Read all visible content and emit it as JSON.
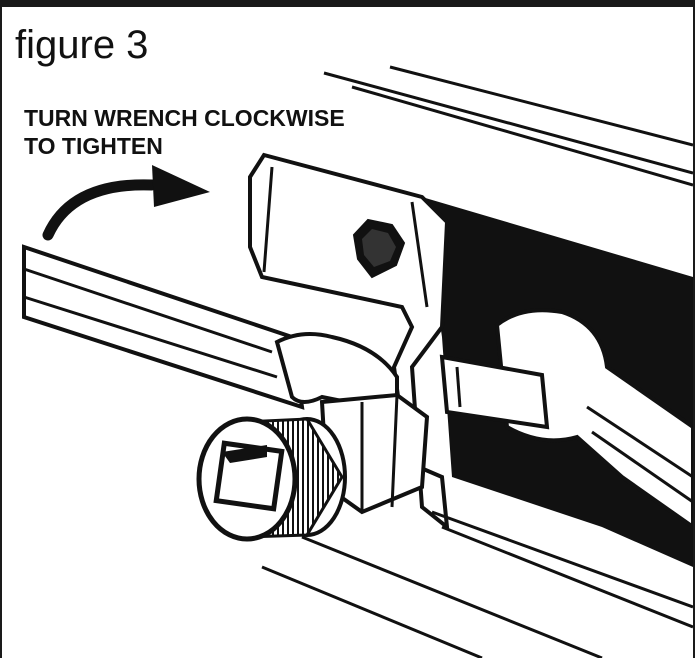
{
  "figure": {
    "title": "figure 3",
    "instruction_line1": "TURN WRENCH CLOCKWISE",
    "instruction_line2": "TO TIGHTEN"
  },
  "colors": {
    "ink": "#111111",
    "paper": "#ffffff"
  },
  "icons": [
    "clockwise-arrow-icon",
    "wrench",
    "hex-bolt",
    "knurled-knob"
  ]
}
